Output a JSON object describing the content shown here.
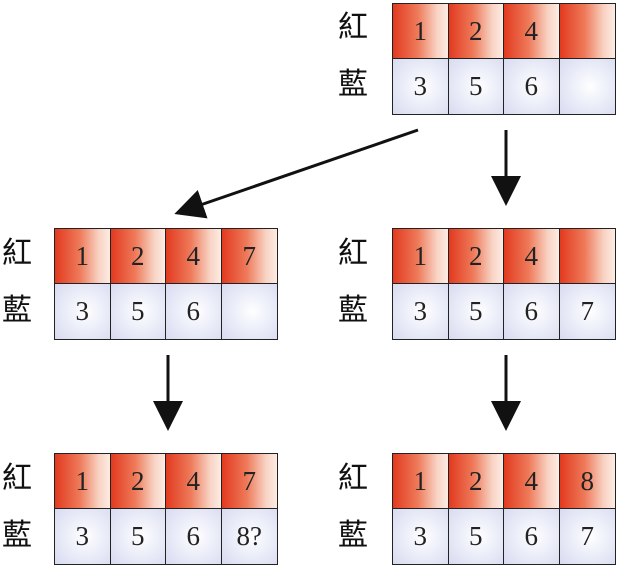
{
  "labels": {
    "red": "紅",
    "blue": "藍"
  },
  "colors": {
    "red_strong": "#e23a1f",
    "red_light": "#fdebe3",
    "blue_light": "#eceef9",
    "line": "#222222"
  },
  "states": {
    "top": {
      "red": [
        "1",
        "2",
        "4",
        ""
      ],
      "blue": [
        "3",
        "5",
        "6",
        ""
      ]
    },
    "middle_left": {
      "red": [
        "1",
        "2",
        "4",
        "7"
      ],
      "blue": [
        "3",
        "5",
        "6",
        ""
      ]
    },
    "middle_right": {
      "red": [
        "1",
        "2",
        "4",
        ""
      ],
      "blue": [
        "3",
        "5",
        "6",
        "7"
      ]
    },
    "bottom_left": {
      "red": [
        "1",
        "2",
        "4",
        "7"
      ],
      "blue": [
        "3",
        "5",
        "6",
        "8?"
      ]
    },
    "bottom_right": {
      "red": [
        "1",
        "2",
        "4",
        "8"
      ],
      "blue": [
        "3",
        "5",
        "6",
        "7"
      ]
    }
  }
}
